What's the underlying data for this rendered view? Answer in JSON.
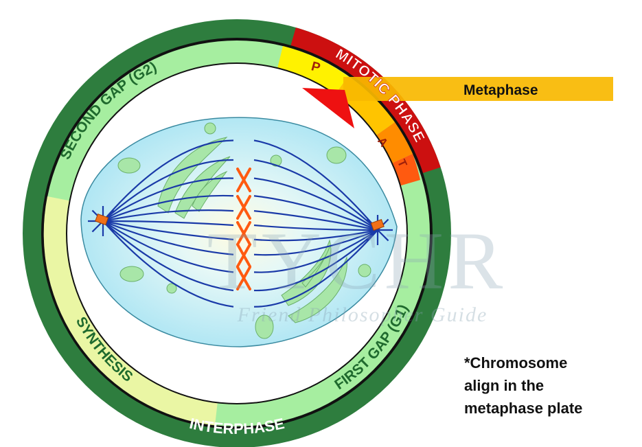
{
  "cycle": {
    "outer_label": "INTERPHASE",
    "mitotic_label": "MITOTIC PHASE",
    "g2_label": "SECOND GAP (G2)",
    "synthesis_label": "SYNTHESIS",
    "g1_label": "FIRST GAP (G1)",
    "mitotic_stages": [
      "P",
      "A",
      "T"
    ]
  },
  "callout": {
    "label": "Metaphase"
  },
  "note": {
    "lines": [
      "*Chromosome",
      "align in the",
      "metaphase plate"
    ]
  },
  "watermark": {
    "title": "TYCHR",
    "subtitle": "Friend Philosopher Guide"
  },
  "colors": {
    "interphase": "#2e7d3e",
    "gap": "#a6eea0",
    "synthesis": "#eaf6a4",
    "mitotic": "#cc1010",
    "prophase": "#fff200",
    "anaphase": "#ff8c00",
    "telophase": "#ff5a10",
    "callout": "#f8b800",
    "cell": "#c6eef8",
    "spindle": "#1a3aa8",
    "chromosome": "#ff5a10",
    "organelle": "#a8e6a8"
  }
}
